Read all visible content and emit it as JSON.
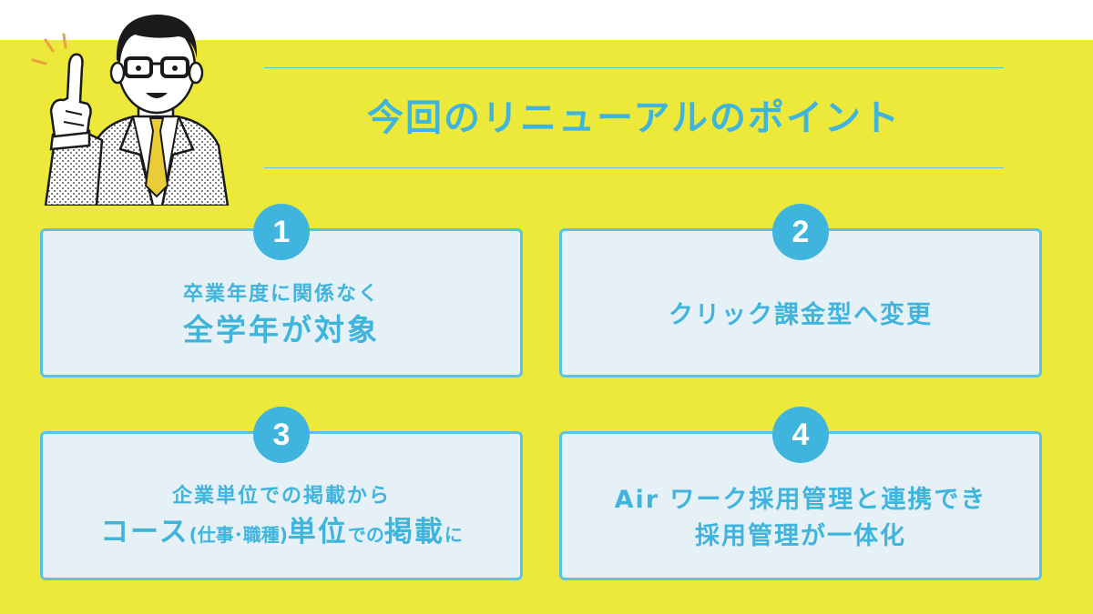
{
  "title": "今回のリニューアルのポイント",
  "character": {
    "icon": "businessman-pointing-icon"
  },
  "colors": {
    "background": "#ede93a",
    "accent": "#3fb4dd",
    "card_fill": "#e6f1f7",
    "card_border": "#5bc2e3"
  },
  "points": [
    {
      "number": "1",
      "line1": "卒業年度に関係なく",
      "line2": "全学年が対象"
    },
    {
      "number": "2",
      "line1": "クリック課金型へ変更"
    },
    {
      "number": "3",
      "line1": "企業単位での掲載から",
      "line2_parts": [
        "コース",
        "(仕事･職種)",
        "単位",
        "での",
        "掲載",
        "に"
      ]
    },
    {
      "number": "4",
      "line1": "Air ワーク採用管理と連携でき",
      "line2": "採用管理が一体化"
    }
  ]
}
